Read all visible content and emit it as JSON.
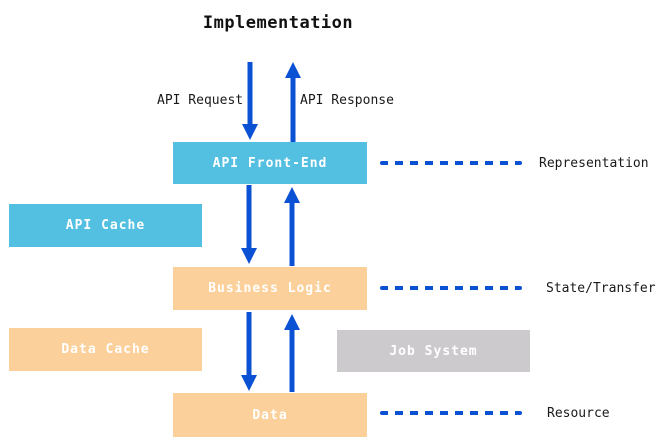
{
  "title": "Implementation",
  "edge_labels": {
    "request": "API Request",
    "response": "API Response"
  },
  "boxes": {
    "api_front_end": {
      "label": "API Front-End",
      "color": "#53BFE1"
    },
    "api_cache": {
      "label": "API Cache",
      "color": "#53BFE1"
    },
    "business_logic": {
      "label": "Business Logic",
      "color": "#FCD09A"
    },
    "data_cache": {
      "label": "Data Cache",
      "color": "#FCD09A"
    },
    "job_system": {
      "label": "Job System",
      "color": "#CDCACD"
    },
    "data": {
      "label": "Data",
      "color": "#FCD09A"
    }
  },
  "side_labels": {
    "representation": "Representation",
    "state_transfer": "State/Transfer",
    "resource": "Resource"
  },
  "colors": {
    "blue_box": "#53BFE1",
    "orange_box": "#FCD09A",
    "gray_box": "#CDCACD",
    "arrow_blue": "#0B51D3",
    "box_text": "#FFFFFF",
    "label_text": "#1A1A1A"
  }
}
